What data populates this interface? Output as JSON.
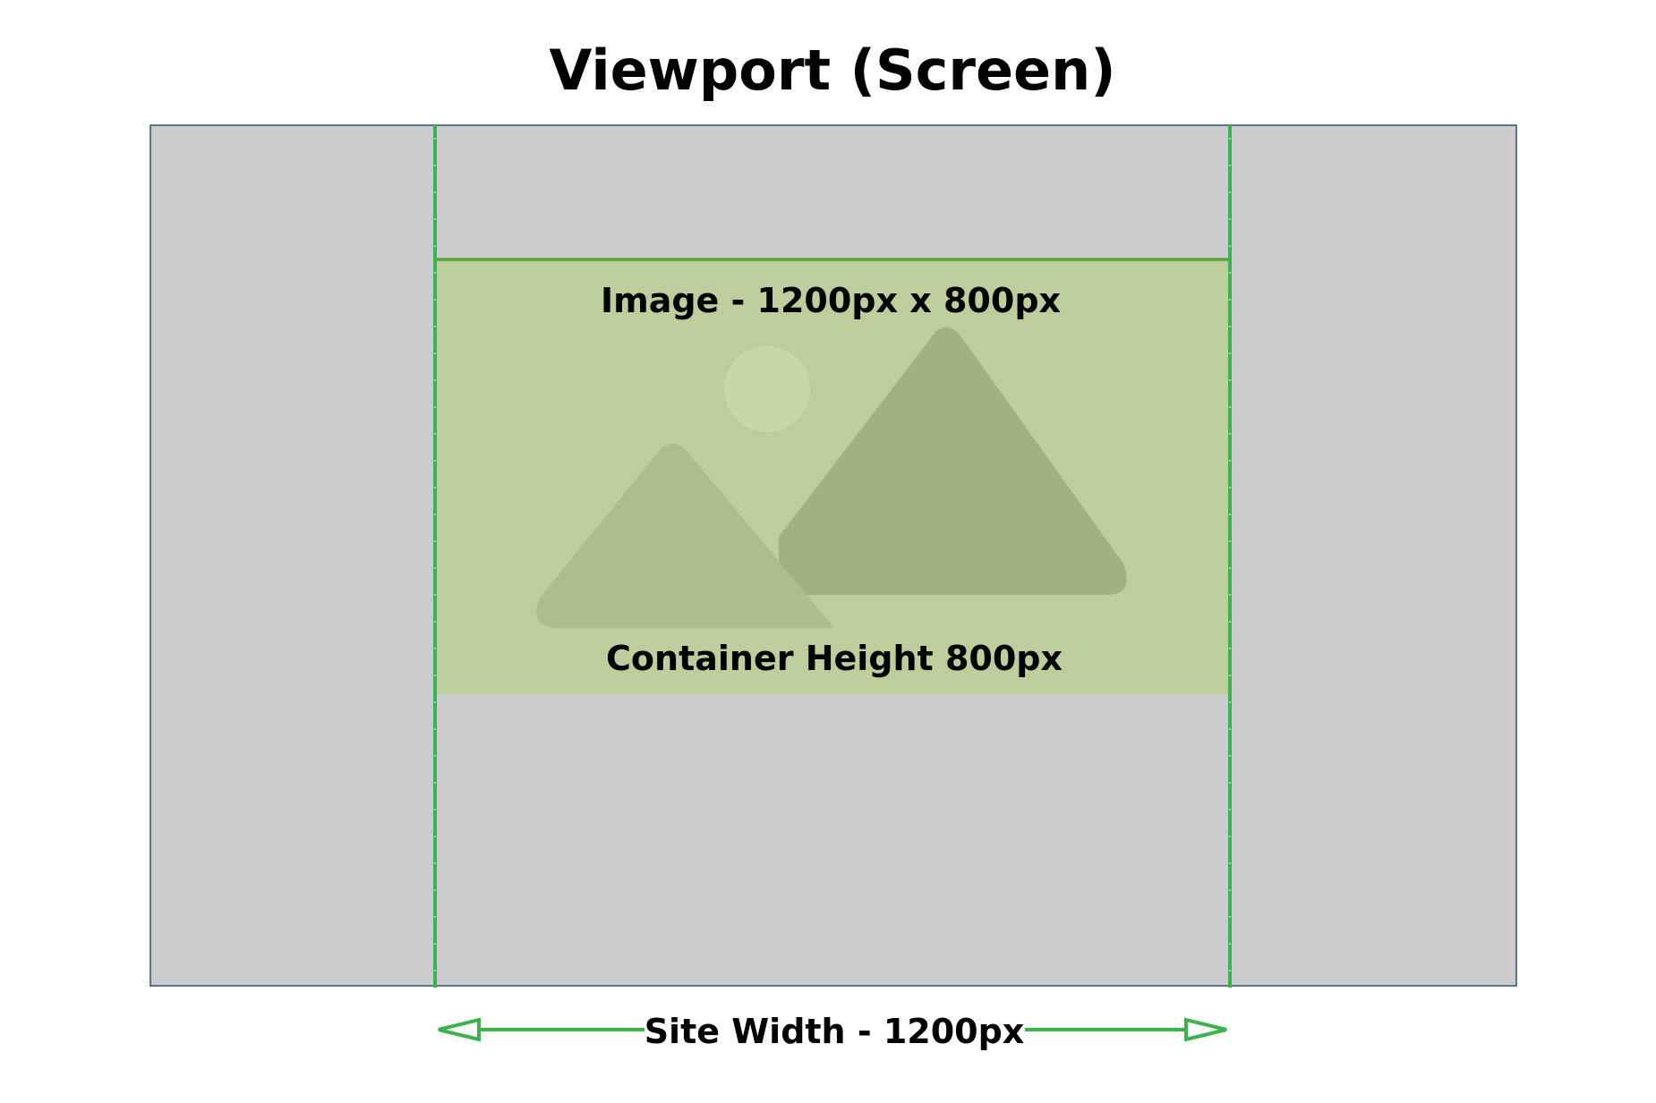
{
  "title": "Viewport (Screen)",
  "image_label": "Image - 1200px x 800px",
  "container_label": "Container Height 800px",
  "site_width_label": "Site Width - 1200px",
  "icons": {
    "placeholder": "image-placeholder-icon",
    "arrow_left": "arrow-left-icon",
    "arrow_right": "arrow-right-icon"
  },
  "colors": {
    "viewport_fill": "#cccccc",
    "viewport_border": "#2f4f6f",
    "site_guide": "#3cb24a",
    "image_fill": "#bdcd9c",
    "image_border": "#5aa23a",
    "mountain_back": "#9eb37f",
    "mountain_front": "#aabf8c",
    "sun": "#c7d7a6",
    "text": "#000000"
  }
}
